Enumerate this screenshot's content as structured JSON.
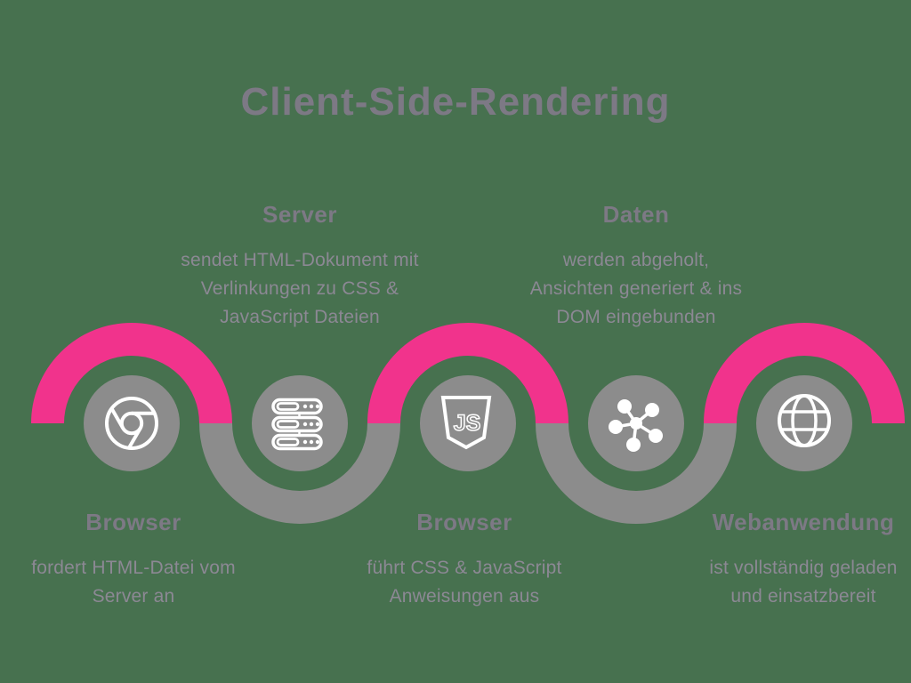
{
  "colors": {
    "background": "#47714F",
    "pink": "#F1338C",
    "gray": "#8C8C8C",
    "title_text": "#7D7985",
    "body_text": "#8C8894"
  },
  "title": "Client-Side-Rendering",
  "steps": [
    {
      "label": "Browser",
      "description": "fordert HTML-Datei vom\nServer an",
      "icon": "chrome-browser-icon",
      "text_position": "bottom"
    },
    {
      "label": "Server",
      "description": "sendet HTML-Dokument mit\nVerlinkungen zu CSS &\nJavaScript Dateien",
      "icon": "server-rack-icon",
      "text_position": "top"
    },
    {
      "label": "Browser",
      "description": "führt CSS & JavaScript\nAnweisungen aus",
      "icon": "javascript-shield-icon",
      "text_position": "bottom"
    },
    {
      "label": "Daten",
      "description": "werden abgeholt,\nAnsichten generiert & ins\nDOM eingebunden",
      "icon": "data-nodes-icon",
      "text_position": "top"
    },
    {
      "label": "Webanwendung",
      "description": "ist vollständig geladen\nund einsatzbereit",
      "icon": "globe-icon",
      "text_position": "bottom"
    }
  ],
  "js_icon_text": "JS"
}
